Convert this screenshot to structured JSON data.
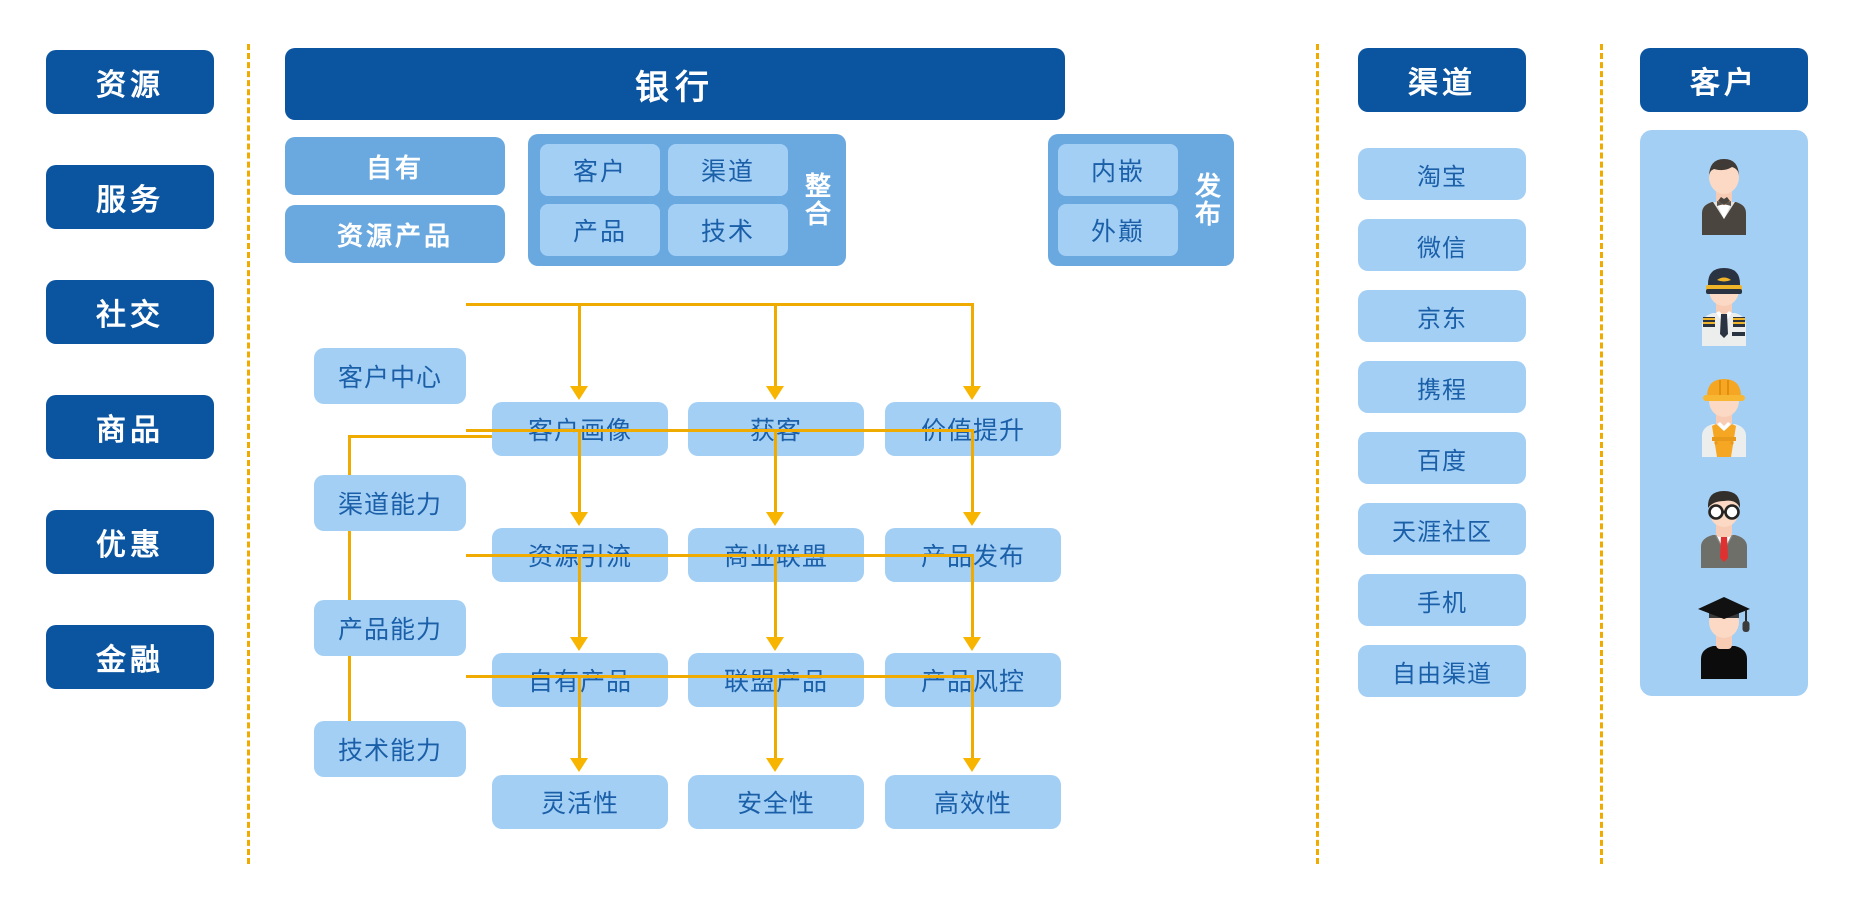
{
  "colors": {
    "dark_blue": "#0a54a0",
    "mid_blue": "#6aa8e0",
    "light_blue": "#a3cff5",
    "text_blue": "#1a5fa8",
    "accent_orange": "#f0ab00",
    "white": "#ffffff"
  },
  "resource_rail": {
    "name": "resource-rail",
    "items": [
      {
        "label": "资源"
      },
      {
        "label": "服务"
      },
      {
        "label": "社交"
      },
      {
        "label": "商品"
      },
      {
        "label": "优惠"
      },
      {
        "label": "金融"
      }
    ]
  },
  "bank": {
    "title": "银行",
    "own_group": {
      "rows": [
        {
          "label": "自有"
        },
        {
          "label": "资源产品"
        }
      ]
    },
    "integration_group": {
      "vertical_label": "整合",
      "items": [
        {
          "label": "客户"
        },
        {
          "label": "渠道"
        },
        {
          "label": "产品"
        },
        {
          "label": "技术"
        }
      ]
    },
    "publish_group": {
      "vertical_label": "发布",
      "items": [
        {
          "label": "内嵌"
        },
        {
          "label": "外巅"
        }
      ]
    }
  },
  "flow": {
    "rows": [
      {
        "capability": "客户中心",
        "leaves": [
          {
            "label": "客户画像"
          },
          {
            "label": "获客"
          },
          {
            "label": "价值提升"
          }
        ]
      },
      {
        "capability": "渠道能力",
        "leaves": [
          {
            "label": "资源引流"
          },
          {
            "label": "商业联盟"
          },
          {
            "label": "产品发布"
          }
        ]
      },
      {
        "capability": "产品能力",
        "leaves": [
          {
            "label": "自有产品"
          },
          {
            "label": "联盟产品"
          },
          {
            "label": "产品风控"
          }
        ]
      },
      {
        "capability": "技术能力",
        "leaves": [
          {
            "label": "灵活性"
          },
          {
            "label": "安全性"
          },
          {
            "label": "高效性"
          }
        ]
      }
    ]
  },
  "channel": {
    "header": "渠道",
    "items": [
      {
        "label": "淘宝"
      },
      {
        "label": "微信"
      },
      {
        "label": "京东"
      },
      {
        "label": "携程"
      },
      {
        "label": "百度"
      },
      {
        "label": "天涯社区"
      },
      {
        "label": "手机"
      },
      {
        "label": "自由渠道"
      }
    ]
  },
  "customer": {
    "header": "客户",
    "avatars": [
      {
        "icon": "waiter-avatar-icon"
      },
      {
        "icon": "pilot-avatar-icon"
      },
      {
        "icon": "construction-worker-avatar-icon"
      },
      {
        "icon": "businessman-avatar-icon"
      },
      {
        "icon": "graduate-avatar-icon"
      }
    ]
  }
}
